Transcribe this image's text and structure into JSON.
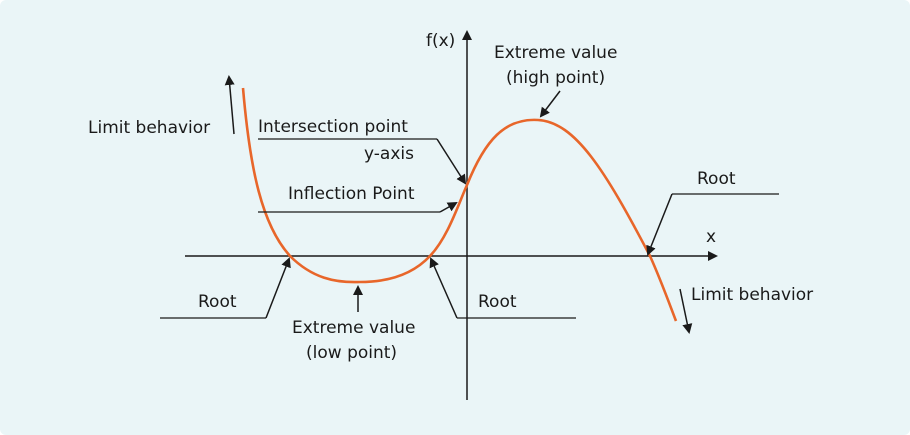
{
  "axes": {
    "y_label": "f(x)",
    "x_label": "x"
  },
  "labels": {
    "limit_behavior_left": "Limit behavior",
    "intersection_line1": "Intersection point",
    "intersection_line2": "y-axis",
    "inflection_point": "Inflection Point",
    "extreme_high_line1": "Extreme value",
    "extreme_high_line2": "(high point)",
    "root_right": "Root",
    "limit_behavior_right": "Limit behavior",
    "root_left": "Root",
    "extreme_low_line1": "Extreme value",
    "extreme_low_line2": "(low point)",
    "root_middle": "Root"
  },
  "colors": {
    "background": "#eaf5f7",
    "curve": "#e8662a",
    "ink": "#1a1a1a"
  }
}
